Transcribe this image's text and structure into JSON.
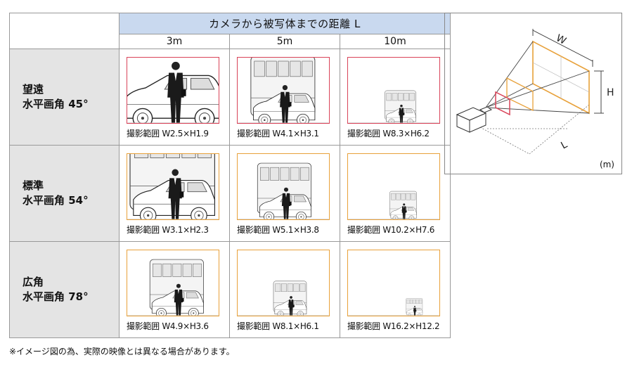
{
  "table": {
    "distance_title": "カメラから被写体までの距離 L",
    "distances": [
      "3m",
      "5m",
      "10m"
    ],
    "rows": [
      {
        "name": "望遠",
        "angle": "水平画角 45°",
        "frame_color": "#d94358",
        "captions": [
          "撮影範囲 W2.5×H1.9",
          "撮影範囲 W4.1×H3.1",
          "撮影範囲 W8.3×H6.2"
        ]
      },
      {
        "name": "標準",
        "angle": "水平画角 54°",
        "frame_color": "#e8a13a",
        "captions": [
          "撮影範囲 W3.1×H2.3",
          "撮影範囲 W5.1×H3.8",
          "撮影範囲 W10.2×H7.6"
        ]
      },
      {
        "name": "広角",
        "angle": "水平画角 78°",
        "frame_color": "#e8a13a",
        "captions": [
          "撮影範囲 W4.9×H3.6",
          "撮影範囲 W8.1×H6.1",
          "撮影範囲 W16.2×H12.2"
        ]
      }
    ]
  },
  "diagram": {
    "width_label": "W",
    "height_label": "H",
    "distance_label": "L",
    "unit": "(m)",
    "colors": {
      "near": "#d94358",
      "far": "#e8a13a"
    }
  },
  "note": "※イメージ図の為、実際の映像とは異なる場合があります。"
}
